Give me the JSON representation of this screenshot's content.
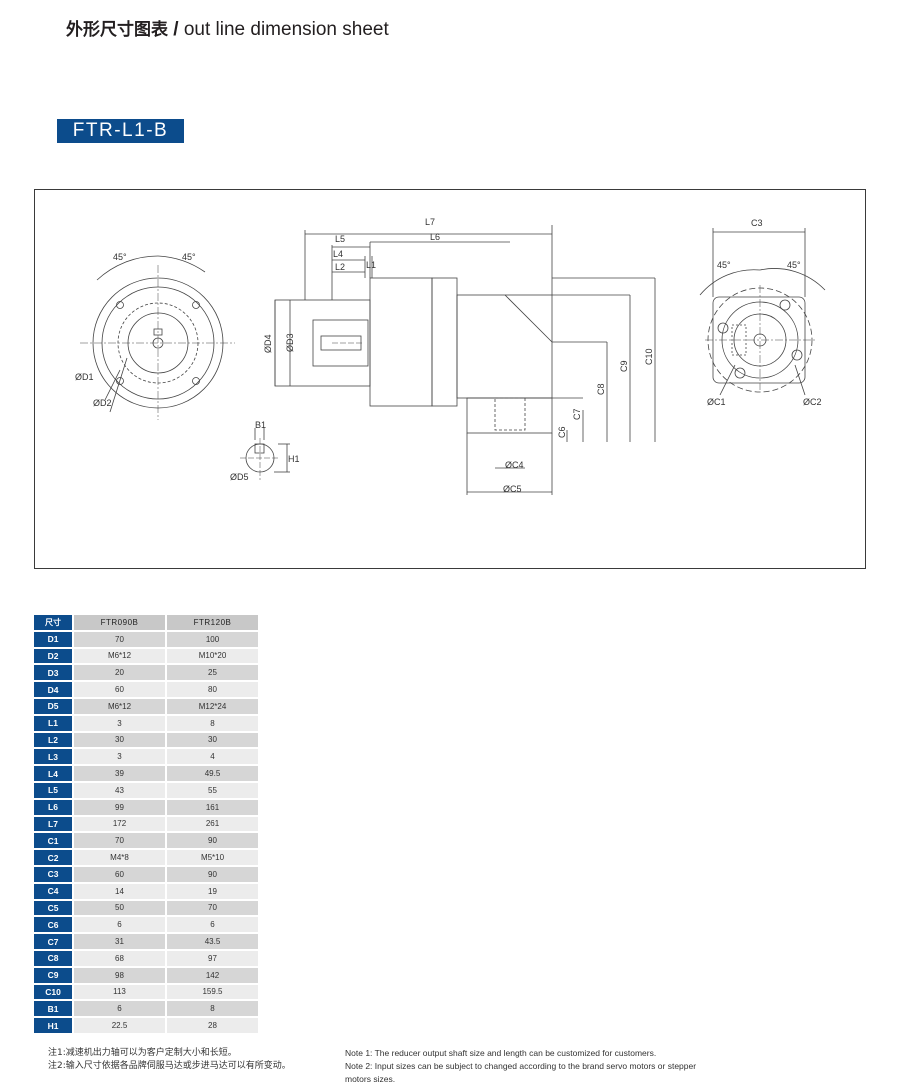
{
  "header": {
    "title_cn": "外形尺寸图表",
    "separator": "/",
    "title_en": "out line dimension sheet"
  },
  "badge": {
    "label": "FTR-L1-B",
    "color": "#0c4c8c"
  },
  "drawing": {
    "labels": {
      "angle_left_1": "45°",
      "angle_left_2": "45°",
      "angle_right_1": "45°",
      "angle_right_2": "45°",
      "d1": "ØD1",
      "d2": "ØD2",
      "d3": "ØD3",
      "d4": "ØD4",
      "d5": "ØD5",
      "l1": "L1",
      "l2": "L2",
      "l4": "L4",
      "l5": "L5",
      "l6": "L6",
      "l7": "L7",
      "b1": "B1",
      "h1": "H1",
      "c1": "ØC1",
      "c2": "ØC2",
      "c3": "C3",
      "c4": "ØC4",
      "c5": "ØC5",
      "c6": "C6",
      "c7": "C7",
      "c8": "C8",
      "c9": "C9",
      "c10": "C10"
    }
  },
  "table": {
    "corner": "尺寸",
    "models": [
      "FTR090B",
      "FTR120B"
    ],
    "rows": [
      {
        "label": "D1",
        "values": [
          "70",
          "100"
        ]
      },
      {
        "label": "D2",
        "values": [
          "M6*12",
          "M10*20"
        ]
      },
      {
        "label": "D3",
        "values": [
          "20",
          "25"
        ]
      },
      {
        "label": "D4",
        "values": [
          "60",
          "80"
        ]
      },
      {
        "label": "D5",
        "values": [
          "M6*12",
          "M12*24"
        ]
      },
      {
        "label": "L1",
        "values": [
          "3",
          "8"
        ]
      },
      {
        "label": "L2",
        "values": [
          "30",
          "30"
        ]
      },
      {
        "label": "L3",
        "values": [
          "3",
          "4"
        ]
      },
      {
        "label": "L4",
        "values": [
          "39",
          "49.5"
        ]
      },
      {
        "label": "L5",
        "values": [
          "43",
          "55"
        ]
      },
      {
        "label": "L6",
        "values": [
          "99",
          "161"
        ]
      },
      {
        "label": "L7",
        "values": [
          "172",
          "261"
        ]
      },
      {
        "label": "C1",
        "values": [
          "70",
          "90"
        ]
      },
      {
        "label": "C2",
        "values": [
          "M4*8",
          "M5*10"
        ]
      },
      {
        "label": "C3",
        "values": [
          "60",
          "90"
        ]
      },
      {
        "label": "C4",
        "values": [
          "14",
          "19"
        ]
      },
      {
        "label": "C5",
        "values": [
          "50",
          "70"
        ]
      },
      {
        "label": "C6",
        "values": [
          "6",
          "6"
        ]
      },
      {
        "label": "C7",
        "values": [
          "31",
          "43.5"
        ]
      },
      {
        "label": "C8",
        "values": [
          "68",
          "97"
        ]
      },
      {
        "label": "C9",
        "values": [
          "98",
          "142"
        ]
      },
      {
        "label": "C10",
        "values": [
          "113",
          "159.5"
        ]
      },
      {
        "label": "B1",
        "values": [
          "6",
          "8"
        ]
      },
      {
        "label": "H1",
        "values": [
          "22.5",
          "28"
        ]
      }
    ]
  },
  "notes": {
    "cn_1": "注1:减速机出力轴可以为客户定制大小和长短。",
    "cn_2": "注2:输入尺寸依据各品牌伺服马达或步进马达可以有所变动。",
    "en_1": "Note 1: The reducer output shaft size and length can be customized for customers.",
    "en_2": "Note 2: Input sizes can be subject to changed according to the brand servo motors or stepper motors sizes."
  }
}
